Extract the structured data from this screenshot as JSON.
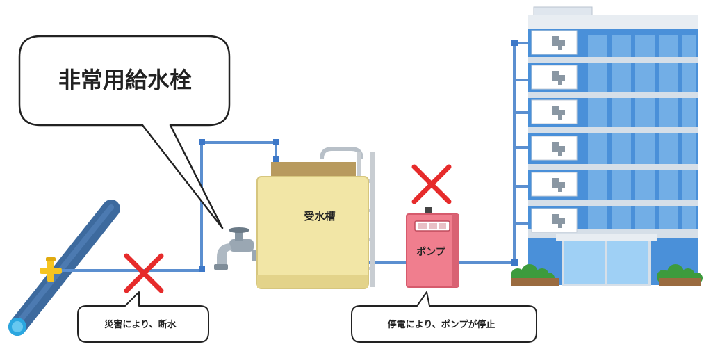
{
  "callout": {
    "title": "非常用給水栓"
  },
  "tank": {
    "label": "受水槽"
  },
  "pump": {
    "label": "ポンプ"
  },
  "notes": {
    "water_cut": "災害により、断水",
    "pump_stop": "停電により、ポンプが停止"
  },
  "colors": {
    "pipe": "#5b8fd0",
    "main_pipe": "#3d6a9e",
    "cross": "#e62b2b",
    "tank": "#f2e6a6",
    "pump": "#f07e8e",
    "building": "#4a90d9"
  },
  "icons": [
    "faucet-icon",
    "cross-mark-icon",
    "valve-icon"
  ]
}
